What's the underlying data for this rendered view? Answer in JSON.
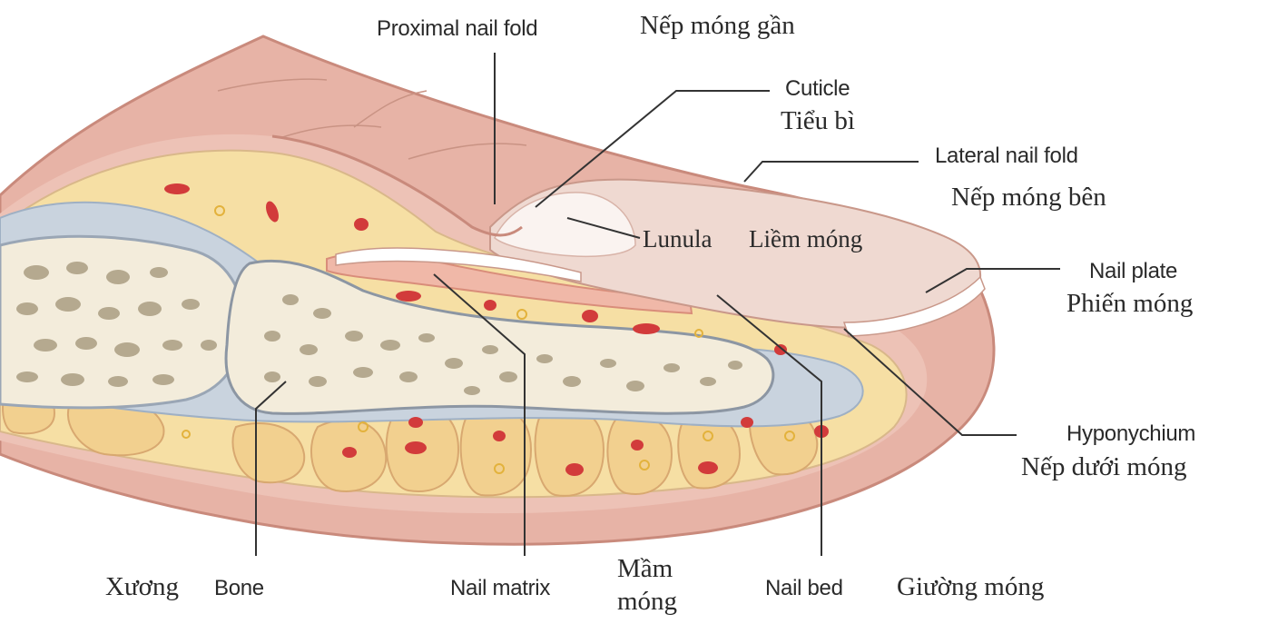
{
  "colors": {
    "skin": "#e7b3a6",
    "skin_dark": "#c98a7c",
    "fat": "#f6dfa4",
    "bone": "#f3ecdb",
    "trabeculae": "#b5a98f",
    "cartilage": "#b9c6d6",
    "vessel_red": "#d23b3b",
    "nail": "#efd9d1",
    "leader": "#333333"
  },
  "labels": {
    "proximal_nail_fold_en": "Proximal nail fold",
    "proximal_nail_fold_vi": "Nếp móng gần",
    "cuticle_en": "Cuticle",
    "cuticle_vi": "Tiểu bì",
    "lateral_nail_fold_en": "Lateral nail fold",
    "lateral_nail_fold_vi": "Nếp móng bên",
    "lunula": "Lunula",
    "lunula_vi": "Liềm móng",
    "nail_plate_en": "Nail plate",
    "nail_plate_vi": "Phiến móng",
    "hyponychium_en": "Hyponychium",
    "hyponychium_vi": "Nếp dưới móng",
    "bone_vi": "Xương",
    "bone_en": "Bone",
    "nail_matrix_en": "Nail matrix",
    "nail_matrix_vi_1": "Mầm",
    "nail_matrix_vi_2": "móng",
    "nail_bed_en": "Nail bed",
    "nail_bed_vi": "Giường móng"
  }
}
